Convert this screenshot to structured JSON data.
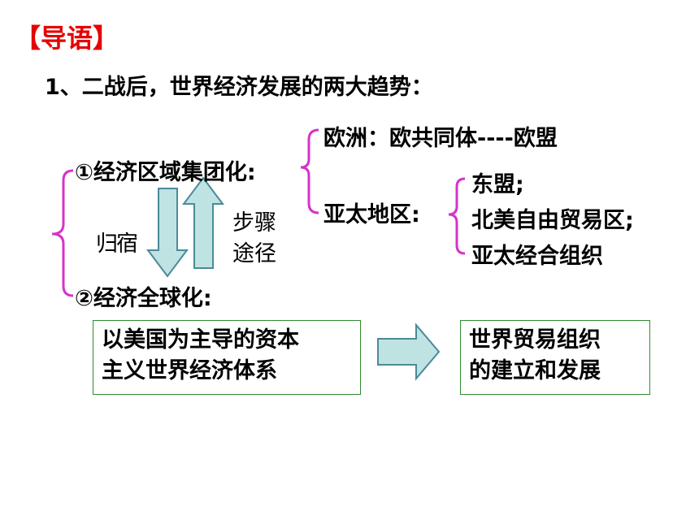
{
  "title": "【导语】",
  "heading": "1、二战后，世界经济发展的两大趋势：",
  "trend1": {
    "label": "①经济区域集团化:",
    "europe": "欧洲：欧共同体----欧盟",
    "asia_pacific": "亚太地区:",
    "asia_items": [
      "东盟;",
      "北美自由贸易区;",
      "亚太经合组织"
    ]
  },
  "relation": {
    "down_label_lines": [
      "归",
      "宿"
    ],
    "up_label_lines": [
      "步骤",
      "途径"
    ]
  },
  "trend2": {
    "label": "②经济全球化:",
    "box_left_lines": [
      "以美国为主导的资本",
      "主义世界经济体系"
    ],
    "box_right_lines": [
      "世界贸易组织",
      "的建立和发展"
    ]
  },
  "colors": {
    "title": "#e60000",
    "brace": "#d633c9",
    "arrow_fill": "#bfe3e3",
    "arrow_stroke": "#4a8a9a",
    "box_border": "#2e8b2e"
  }
}
